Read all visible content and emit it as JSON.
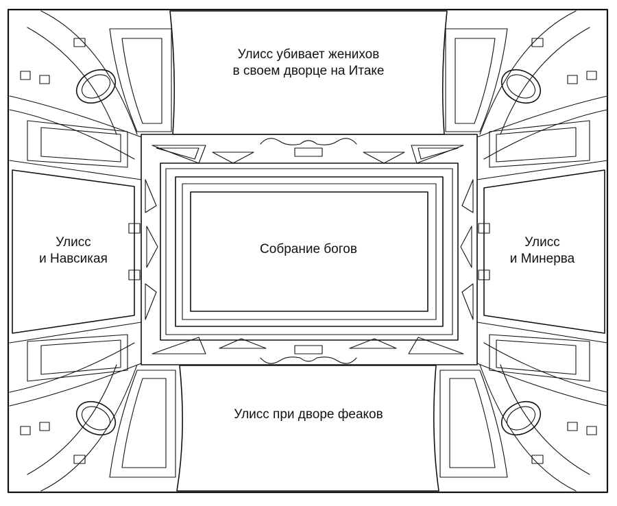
{
  "labels": {
    "top": "Улисс убивает женихов\nв своем дворце на Итаке",
    "center": "Собрание богов",
    "left": "Улисс\nи Навсикая",
    "right": "Улисс\nи Минерва",
    "bottom": "Улисс при дворе феаков"
  },
  "colors": {
    "line": "#111111",
    "background": "#ffffff"
  }
}
